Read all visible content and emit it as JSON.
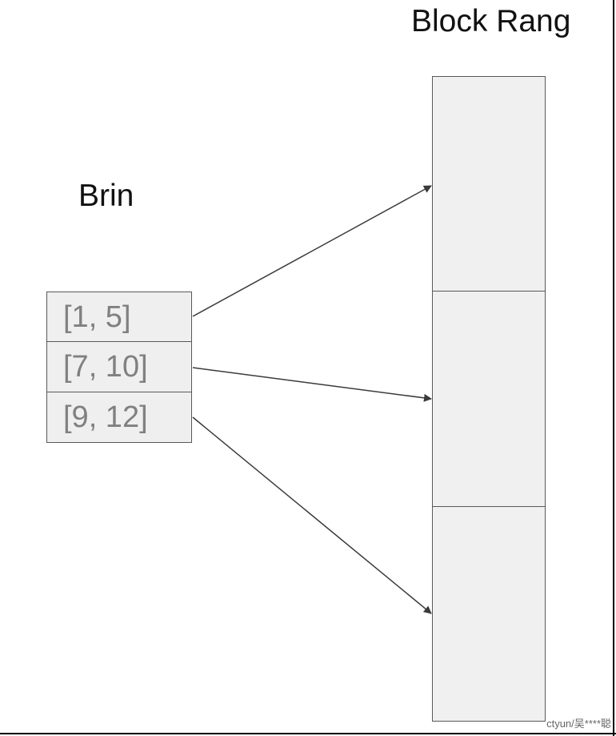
{
  "diagram": {
    "block_range_title": "Block Rang",
    "brin_title": "Brin",
    "brin_entries": [
      "[1, 5]",
      "[7, 10]",
      "[9, 12]"
    ],
    "block_count": 3,
    "arrows": [
      {
        "from": "brin-entry-1",
        "to": "block-1"
      },
      {
        "from": "brin-entry-2",
        "to": "block-2"
      },
      {
        "from": "brin-entry-3",
        "to": "block-3"
      }
    ]
  },
  "watermark": "ctyun/吴****聪",
  "colors": {
    "cell_fill": "#efefef",
    "border": "#595959",
    "entry_text": "#808080",
    "title_text": "#111111"
  }
}
